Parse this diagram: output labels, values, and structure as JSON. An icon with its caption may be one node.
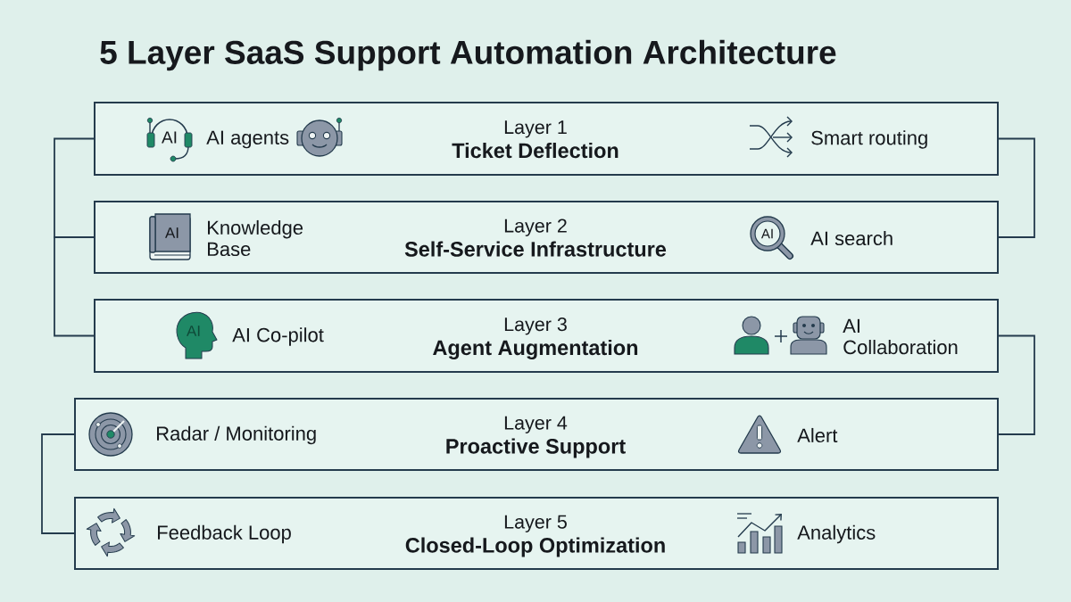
{
  "diagram": {
    "title": "5 Layer SaaS Support Automation Architecture",
    "nodes": [
      {
        "text": [
          "AI agents",
          "Layer 1",
          "Ticket Deflection",
          "Smart routing"
        ]
      },
      {
        "text": [
          "Knowledge Base",
          "Layer 2",
          "Self-Service Infrastructure",
          "AI search"
        ]
      },
      {
        "text": [
          "AI Co-pilot",
          "Layer 3",
          "Agent Augmentation",
          "AI Collaboration"
        ]
      },
      {
        "text": [
          "Radar / Monitoring",
          "Layer 4",
          "Proactive Support",
          "Alert"
        ]
      },
      {
        "text": [
          "Feedback Loop",
          "Layer 5",
          "Closed-Loop Optimization",
          "Analytics"
        ]
      }
    ],
    "edges": [
      {
        "from": 0,
        "to": 1,
        "arrow": "none"
      },
      {
        "from": 0,
        "to": 1,
        "arrow": "none"
      },
      {
        "from": 1,
        "to": 2,
        "arrow": "none"
      },
      {
        "from": 2,
        "to": 3,
        "arrow": "none"
      },
      {
        "from": 3,
        "to": 4,
        "arrow": "none"
      }
    ],
    "labels": [
      "AI",
      "AI",
      "AI",
      "AI"
    ]
  }
}
